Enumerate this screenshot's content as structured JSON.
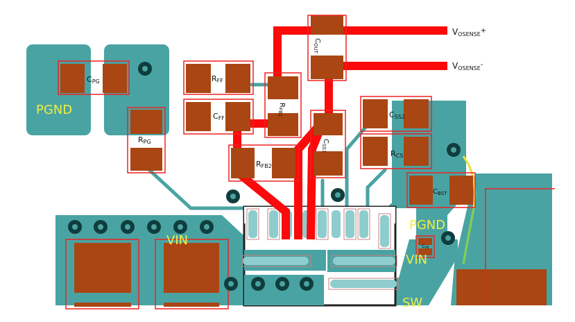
{
  "nets": {
    "vosense_plus": {
      "main": "V",
      "sub": "OSENSE",
      "sup": "+"
    },
    "vosense_minus": {
      "main": "V",
      "sub": "OSENSE",
      "sup": "-"
    },
    "pgnd_left": "PGND",
    "pgnd_right": "PGND",
    "vin_left": "VIN",
    "vin_right": "VIN",
    "sw": "SW"
  },
  "components": {
    "cpg": {
      "main": "C",
      "sub": "PG"
    },
    "rpg": {
      "main": "R",
      "sub": "PG"
    },
    "rff": {
      "main": "R",
      "sub": "FF"
    },
    "cff": {
      "main": "C",
      "sub": "FF"
    },
    "rfb1": {
      "main": "R",
      "sub": "FB1"
    },
    "rfb2": {
      "main": "R",
      "sub": "FB2"
    },
    "cout": {
      "main": "C",
      "sub": "OUT"
    },
    "css1": {
      "main": "C",
      "sub": "SS1"
    },
    "css2": {
      "main": "C",
      "sub": "SS2"
    },
    "rcs": {
      "main": "R",
      "sub": "CS"
    },
    "cbst": {
      "main": "C",
      "sub": "BST"
    },
    "cin": {
      "main": "C",
      "sub": "IN"
    }
  },
  "colors": {
    "copper": "#4aa3a3",
    "pad": "#a94613",
    "trace": "#fa0a0a",
    "courtyard": "#ee2222",
    "label": "#eeee44",
    "via_ring": "#0f3d3d"
  }
}
